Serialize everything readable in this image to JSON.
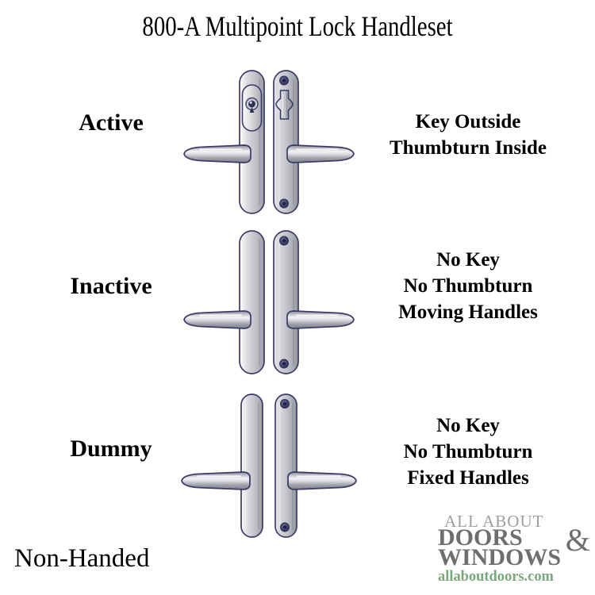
{
  "page": {
    "title": "800-A Multipoint Lock Handleset",
    "footer_note": "Non-Handed",
    "background_color": "#ffffff",
    "text_color": "#000000"
  },
  "hardware_colors": {
    "outline": "#3c3c68",
    "metal_light": "#f2f2f2",
    "metal_mid": "#c9c9cd",
    "metal_dark": "#8e8e96",
    "screw": "#3f3f70"
  },
  "rows": [
    {
      "id": "active",
      "label": "Active",
      "description_lines": [
        "Key Outside",
        "Thumbturn Inside"
      ],
      "left_plate": {
        "feature": "key-cylinder",
        "feature_name": "key-cylinder-icon"
      },
      "right_plate": {
        "feature": "thumbturn",
        "feature_name": "thumbturn-icon",
        "screws": 2
      },
      "handles": "moving"
    },
    {
      "id": "inactive",
      "label": "Inactive",
      "description_lines": [
        "No Key",
        "No Thumbturn",
        "Moving Handles"
      ],
      "left_plate": {
        "feature": "none",
        "feature_name": "blank-plate"
      },
      "right_plate": {
        "feature": "none",
        "feature_name": "blank-plate",
        "screws": 2
      },
      "handles": "moving"
    },
    {
      "id": "dummy",
      "label": "Dummy",
      "description_lines": [
        "No Key",
        "No Thumbturn",
        "Fixed Handles"
      ],
      "left_plate": {
        "feature": "none",
        "feature_name": "blank-plate"
      },
      "right_plate": {
        "feature": "none",
        "feature_name": "blank-plate",
        "screws": 2
      },
      "handles": "fixed"
    }
  ],
  "logo": {
    "line1": "ALL ABOUT",
    "line2": "DOORS",
    "ampersand": "&",
    "line3": "WINDOWS",
    "url": "allaboutdoors.com",
    "color_gray_light": "#9d9d9d",
    "color_gray_dark": "#6e6e6e",
    "color_green": "#7aa87a"
  }
}
